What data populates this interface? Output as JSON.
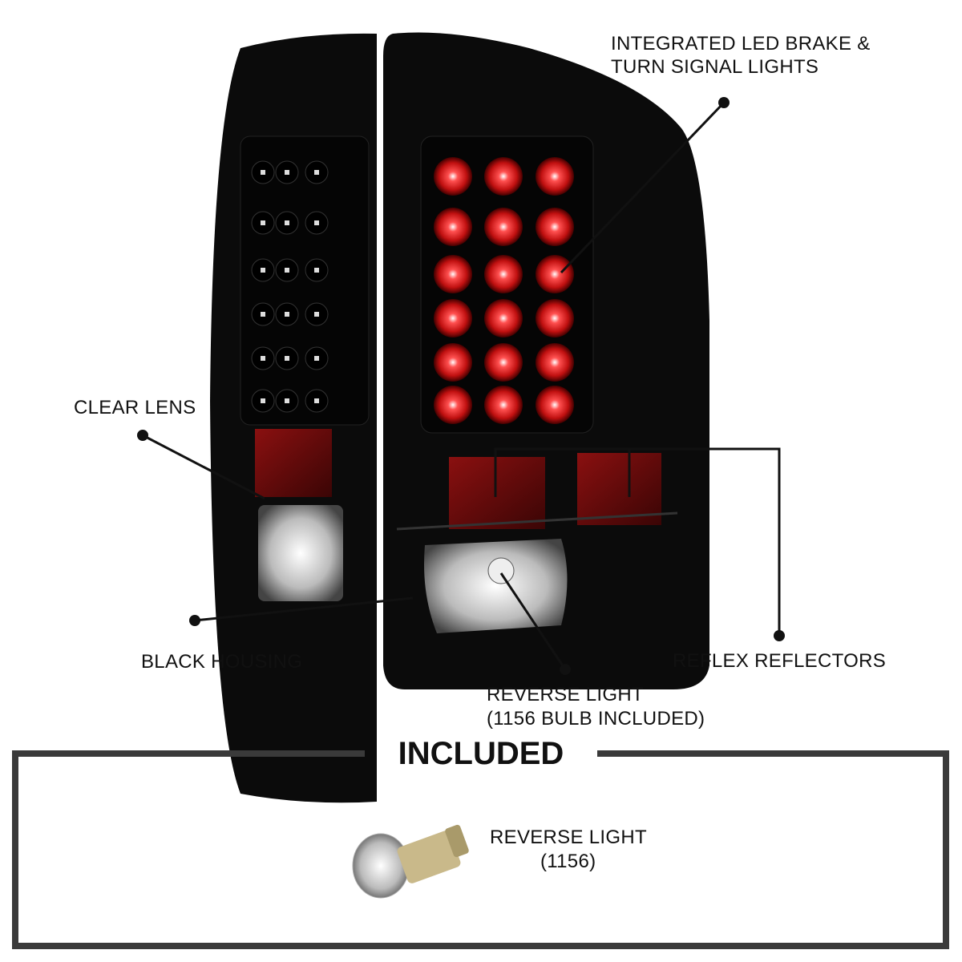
{
  "callouts": {
    "led": [
      "INTEGRATED LED BRAKE &",
      "TURN SIGNAL LIGHTS"
    ],
    "clear_lens": "CLEAR LENS",
    "black_housing": "BLACK HOUSING",
    "reflex": "REFLEX REFLECTORS",
    "reverse": [
      "REVERSE LIGHT",
      "(1156 BULB INCLUDED)"
    ]
  },
  "included": {
    "title": "INCLUDED",
    "item": [
      "REVERSE LIGHT",
      "(1156)"
    ]
  },
  "colors": {
    "housing": "#0b0b0b",
    "led": "#d01818",
    "frame": "#3a3a3a"
  }
}
